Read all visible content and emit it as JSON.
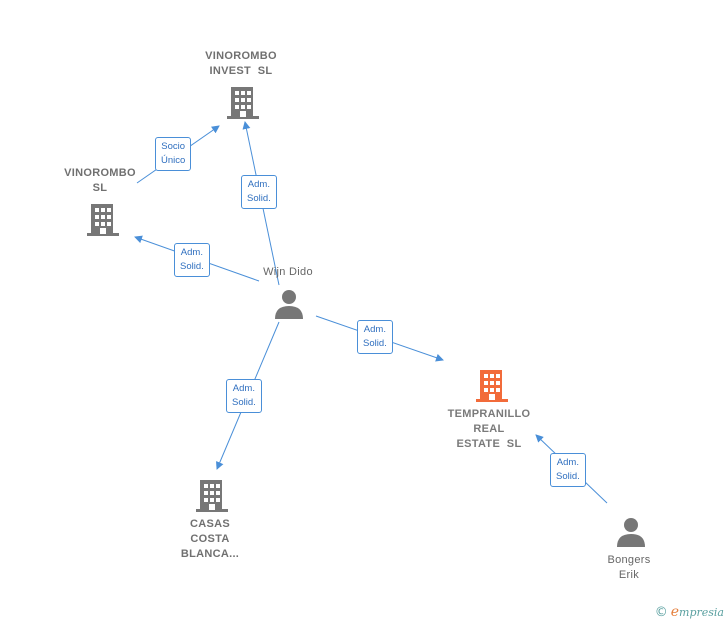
{
  "nodes": {
    "vinorombo_invest": {
      "label": "VINOROMBO\nINVEST  SL"
    },
    "vinorombo_sl": {
      "label": "VINOROMBO\nSL"
    },
    "wijn_dido": {
      "label": "Wijn Dido"
    },
    "tempranillo": {
      "label": "TEMPRANILLO\nREAL\nESTATE  SL"
    },
    "casas_costa": {
      "label": "CASAS\nCOSTA\nBLANCA..."
    },
    "bongers": {
      "label": "Bongers\nErik"
    }
  },
  "edges": {
    "socio_unico": {
      "label": "Socio\nÚnico"
    },
    "adm_invest": {
      "label": "Adm.\nSolid."
    },
    "adm_sl": {
      "label": "Adm.\nSolid."
    },
    "adm_tempranillo": {
      "label": "Adm.\nSolid."
    },
    "adm_casas": {
      "label": "Adm.\nSolid."
    },
    "adm_bongers": {
      "label": "Adm.\nSolid."
    }
  },
  "colors": {
    "edge": "#4a8fd8",
    "company_icon": "#777777",
    "focus_icon": "#f26b3a",
    "person_icon": "#777777"
  },
  "footer": {
    "copyright_symbol": "©",
    "brand_initial": "e",
    "brand_rest": "mpresia"
  }
}
